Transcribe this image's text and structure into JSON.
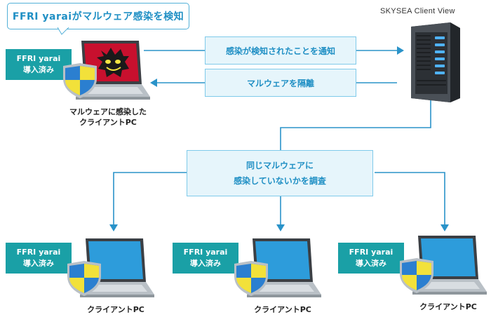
{
  "callout": {
    "text": "FFRI yaraiがマルウェア感染を検知"
  },
  "server": {
    "label": "SKYSEA Client View"
  },
  "tag": {
    "line1": "FFRI yarai",
    "line2": "導入済み"
  },
  "infected_pc": {
    "caption_line1": "マルウェアに感染した",
    "caption_line2": "クライアントPC"
  },
  "messages": {
    "notify": "感染が検知されたことを通知",
    "isolate": "マルウェアを隔離",
    "investigate_line1": "同じマルウェアに",
    "investigate_line2": "感染していないかを調査"
  },
  "client_pcs": [
    {
      "caption": "クライアントPC"
    },
    {
      "caption": "クライアントPC"
    },
    {
      "caption": "クライアントPC"
    }
  ],
  "colors": {
    "arrow": "#1f8fc4",
    "tag": "#1aa0a6",
    "message_bg": "#e6f5fb",
    "message_border": "#7fcaea",
    "shield_yellow": "#f2e13a",
    "shield_blue": "#2b7fd0"
  }
}
